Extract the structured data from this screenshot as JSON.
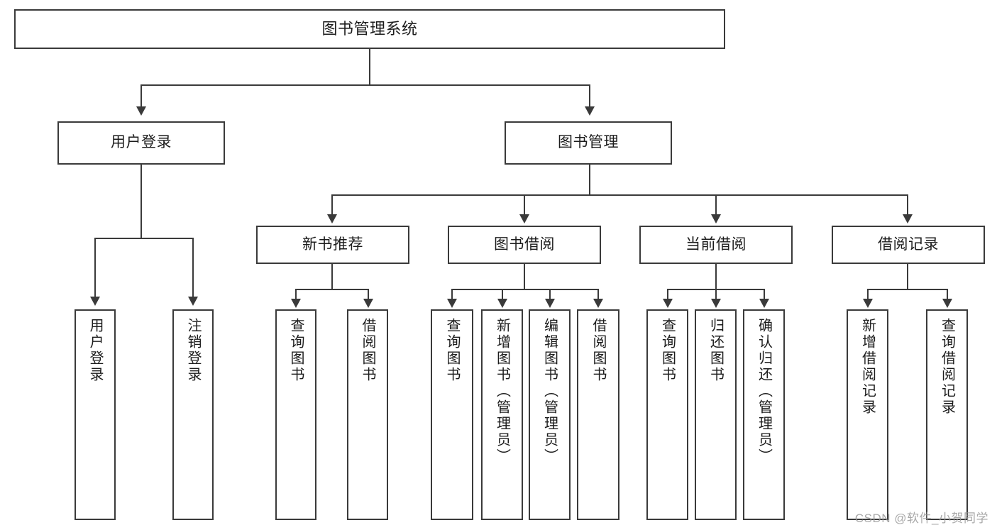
{
  "diagram": {
    "title": "图书管理系统",
    "type": "tree",
    "watermark": "CSDN @软件_小贺同学",
    "accent_color": "#3a3a3a",
    "background_color": "#ffffff",
    "nodes": {
      "root": {
        "label": "图书管理系统"
      },
      "level2": [
        {
          "id": "user-login",
          "label": "用户登录"
        },
        {
          "id": "book-manage",
          "label": "图书管理"
        }
      ],
      "level3": [
        {
          "id": "new-book-recommend",
          "label": "新书推荐"
        },
        {
          "id": "book-borrow",
          "label": "图书借阅"
        },
        {
          "id": "current-borrow",
          "label": "当前借阅"
        },
        {
          "id": "borrow-record",
          "label": "借阅记录"
        }
      ],
      "leaves": {
        "user_login": [
          {
            "id": "leaf-user-login",
            "label": "用户登录"
          },
          {
            "id": "leaf-logout",
            "label": "注销登录"
          }
        ],
        "new_book_recommend": [
          {
            "id": "leaf-query-book-1",
            "label": "查询图书"
          },
          {
            "id": "leaf-borrow-book-1",
            "label": "借阅图书"
          }
        ],
        "book_borrow": [
          {
            "id": "leaf-query-book-2",
            "label": "查询图书"
          },
          {
            "id": "leaf-add-book",
            "label": "新增图书（管理员）"
          },
          {
            "id": "leaf-edit-book",
            "label": "编辑图书（管理员）"
          },
          {
            "id": "leaf-borrow-book-2",
            "label": "借阅图书"
          }
        ],
        "current_borrow": [
          {
            "id": "leaf-query-book-3",
            "label": "查询图书"
          },
          {
            "id": "leaf-return-book",
            "label": "归还图书"
          },
          {
            "id": "leaf-confirm-return",
            "label": "确认归还（管理员）"
          }
        ],
        "borrow_record": [
          {
            "id": "leaf-add-record",
            "label": "新增借阅记录"
          },
          {
            "id": "leaf-query-record",
            "label": "查询借阅记录"
          }
        ]
      }
    }
  }
}
